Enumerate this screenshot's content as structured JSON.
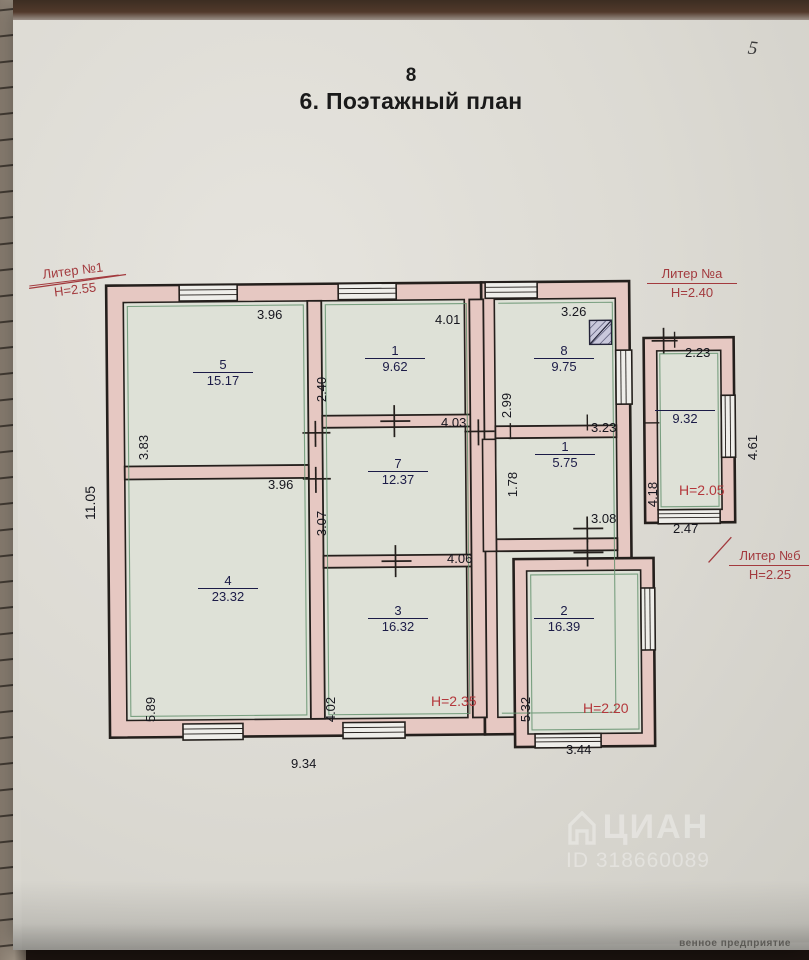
{
  "document": {
    "page_number": "8",
    "title": "6. Поэтажный план",
    "corner_mark": "5",
    "footer_partial_text": "венное предприятие"
  },
  "watermark": {
    "brand": "ЦИАН",
    "id": "ID 318660089"
  },
  "liters": [
    {
      "name": "Литер №1",
      "height": "H=2.55"
    },
    {
      "name": "Литер №а",
      "height": "H=2.40"
    },
    {
      "name": "Литер №б",
      "height": "H=2.25"
    }
  ],
  "ceiling_heights": [
    {
      "label": "H=2.05"
    },
    {
      "label": "H=2.35"
    },
    {
      "label": "H=2.20"
    }
  ],
  "rooms": [
    {
      "number": "5",
      "area": "15.17"
    },
    {
      "number": "1",
      "area": "9.62"
    },
    {
      "number": "8",
      "area": "9.75"
    },
    {
      "number": "1",
      "area": "5.75"
    },
    {
      "number": "7",
      "area": "12.37"
    },
    {
      "number": "4",
      "area": "23.32"
    },
    {
      "number": "3",
      "area": "16.32"
    },
    {
      "number": "2",
      "area": "16.39"
    },
    {
      "number": "",
      "area": "9.32"
    }
  ],
  "dimensions": {
    "overall_left": "11.05",
    "overall_bottom_left": "9.34",
    "values": [
      "3.96",
      "4.01",
      "3.26",
      "2.23",
      "2.40",
      "2.99",
      "3.83",
      "4.61",
      "4.03",
      "3.23",
      "9.32",
      "4.18",
      "3.96",
      "1.78",
      "3.08",
      "2.47",
      "3.07",
      "4.06",
      "5.89",
      "4.02",
      "5.32",
      "3.44"
    ]
  },
  "colors": {
    "wall_fill": "#e6c8c2",
    "room_fill": "#dee1d7",
    "wall_stroke": "#241f1c",
    "room_label": "#1b1b47",
    "liter_red": "#a33a3e",
    "height_red": "#b4383c",
    "paper": "#dedcd5"
  }
}
